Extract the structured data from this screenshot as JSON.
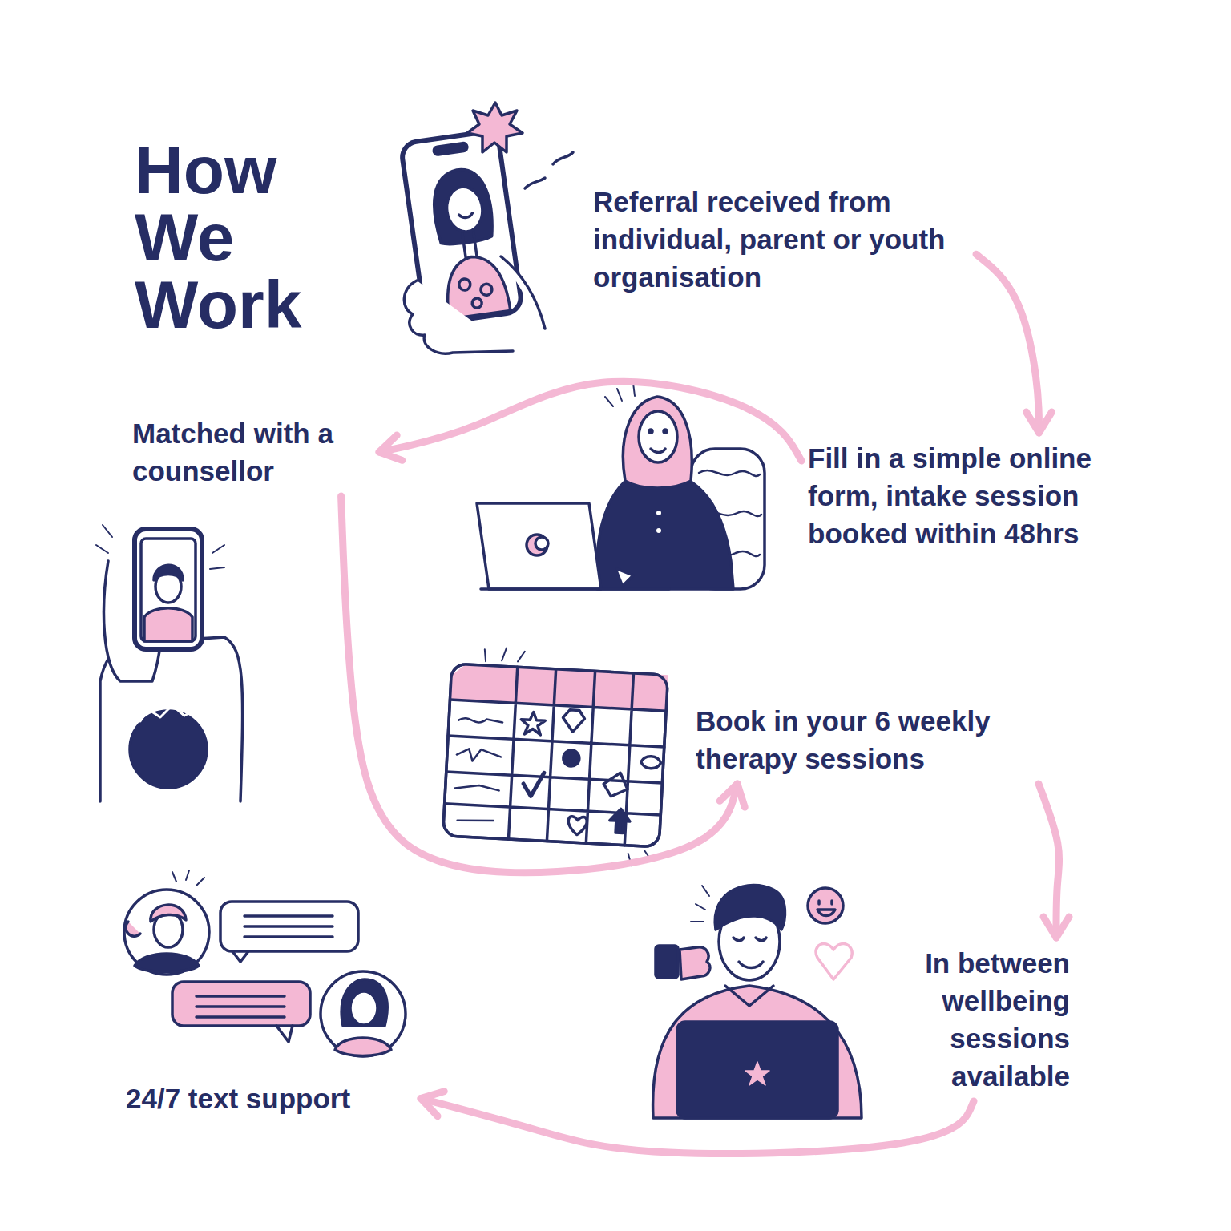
{
  "diagram": {
    "title": "How We Work",
    "nodes": [
      {
        "text": [
          "Referral received from individual, parent or youth organisation"
        ]
      },
      {
        "text": [
          "Fill in a simple online form, intake session booked within 48hrs"
        ]
      },
      {
        "text": [
          "Matched with a counsellor"
        ]
      },
      {
        "text": [
          "Book in your 6 weekly therapy sessions"
        ]
      },
      {
        "text": [
          "In between wellbeing sessions available"
        ]
      },
      {
        "text": [
          "24/7 text support"
        ]
      }
    ],
    "edges": [
      {
        "from": 0,
        "to": 1,
        "arrow": "to"
      },
      {
        "from": 1,
        "to": 2,
        "arrow": "to"
      },
      {
        "from": 2,
        "to": 3,
        "arrow": "to"
      },
      {
        "from": 3,
        "to": 4,
        "arrow": "to"
      },
      {
        "from": 4,
        "to": 5,
        "arrow": "to"
      }
    ]
  }
}
